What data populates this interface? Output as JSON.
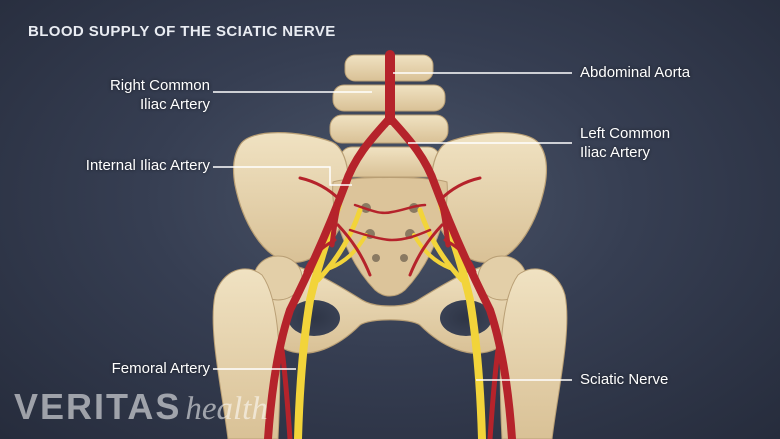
{
  "title": "BLOOD SUPPLY OF THE SCIATIC NERVE",
  "labels": {
    "abdominal_aorta": "Abdominal Aorta",
    "right_common_iliac_line1": "Right Common",
    "right_common_iliac_line2": "Iliac Artery",
    "left_common_iliac_line1": "Left Common",
    "left_common_iliac_line2": "Iliac Artery",
    "internal_iliac": "Internal Iliac Artery",
    "femoral_artery": "Femoral Artery",
    "sciatic_nerve": "Sciatic Nerve"
  },
  "logo": {
    "brand": "VERITAS",
    "suffix": "health"
  },
  "colors": {
    "background": "#363e52",
    "bone": "#e9d7b2",
    "artery": "#b5232b",
    "nerve": "#f2d43a"
  }
}
